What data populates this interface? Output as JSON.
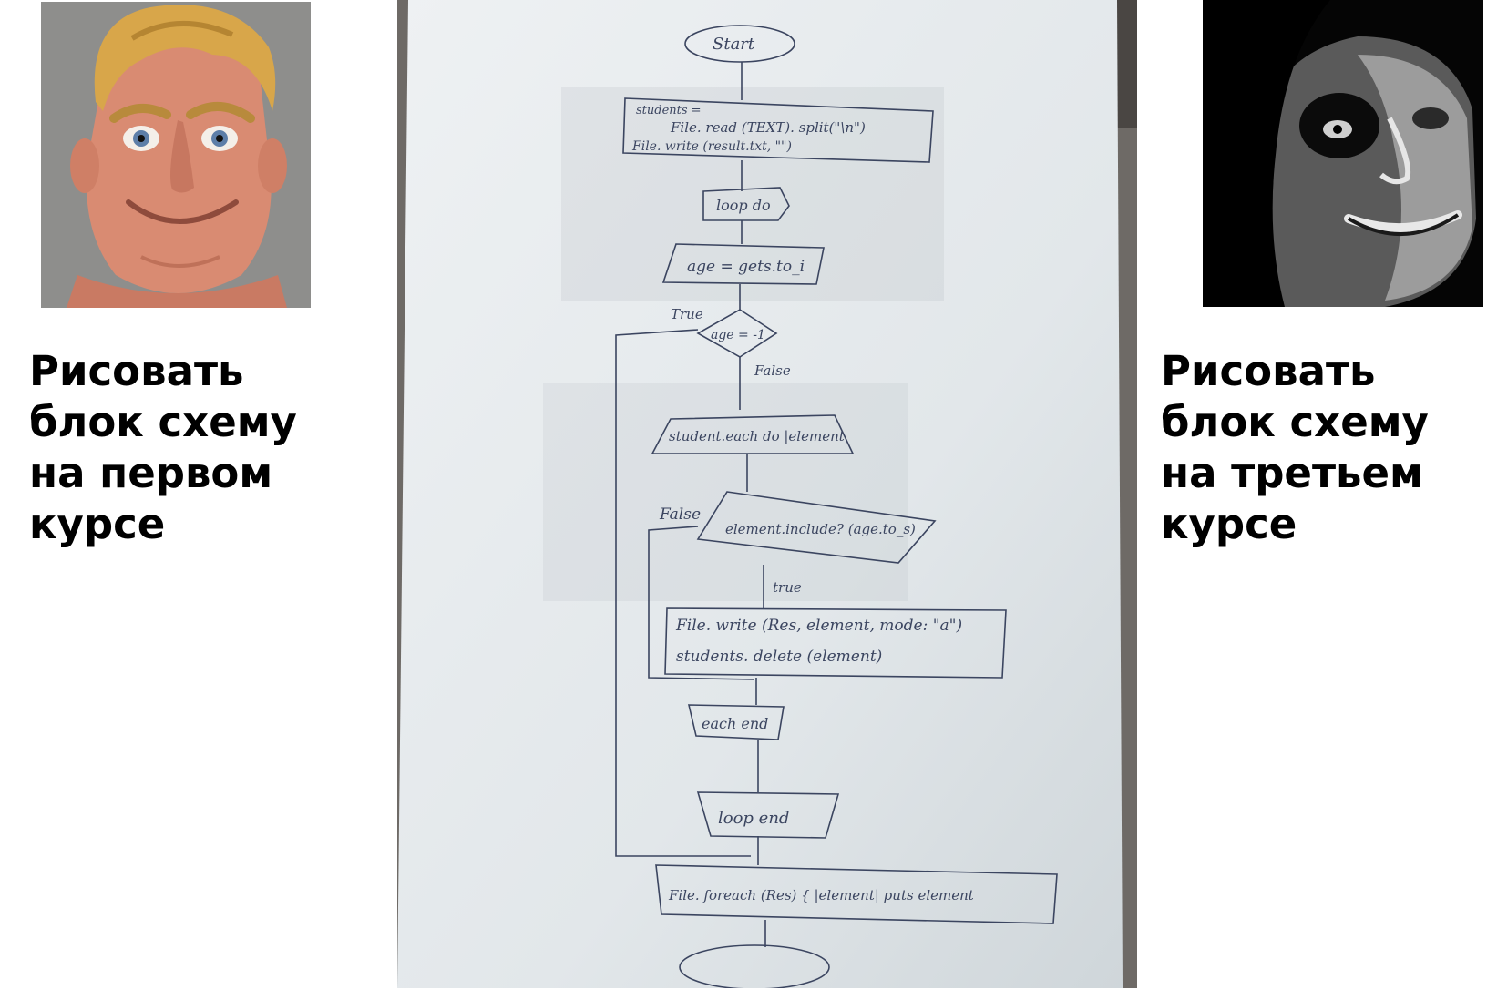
{
  "left": {
    "caption": "Рисовать блок схему на первом курсе",
    "image": "mr-incredible-happy",
    "background_color": "#8e8e8c"
  },
  "right": {
    "caption": "Рисовать блок схему на третьем курсе",
    "image": "mr-incredible-uncanny",
    "background_color": "#050505"
  },
  "photo": {
    "image": "handwritten-flowchart-photo",
    "paper_color": "#dfe5e8",
    "ink_color": "#3b4560",
    "blocks": {
      "start": "Start",
      "init_line1": "students =",
      "init_line2": "File. read (TEXT). split(\"\\n\")",
      "init_line3": "File. write (result.txt,   \"\")",
      "loop_do": "loop do",
      "input": "age = gets.to_i",
      "cond_age": "age = -1",
      "cond_true": "True",
      "cond_false": "False",
      "each_do": "student.each do |element",
      "cond_include": "element.include? (age.to_s)",
      "include_false": "False",
      "include_true": "true",
      "write_line1": "File. write (Res, element, mode: \"a\")",
      "write_line2": "students. delete (element)",
      "each_end": "each end",
      "loop_end": "loop end",
      "foreach": "File. foreach (Res) { |element| puts element"
    }
  }
}
